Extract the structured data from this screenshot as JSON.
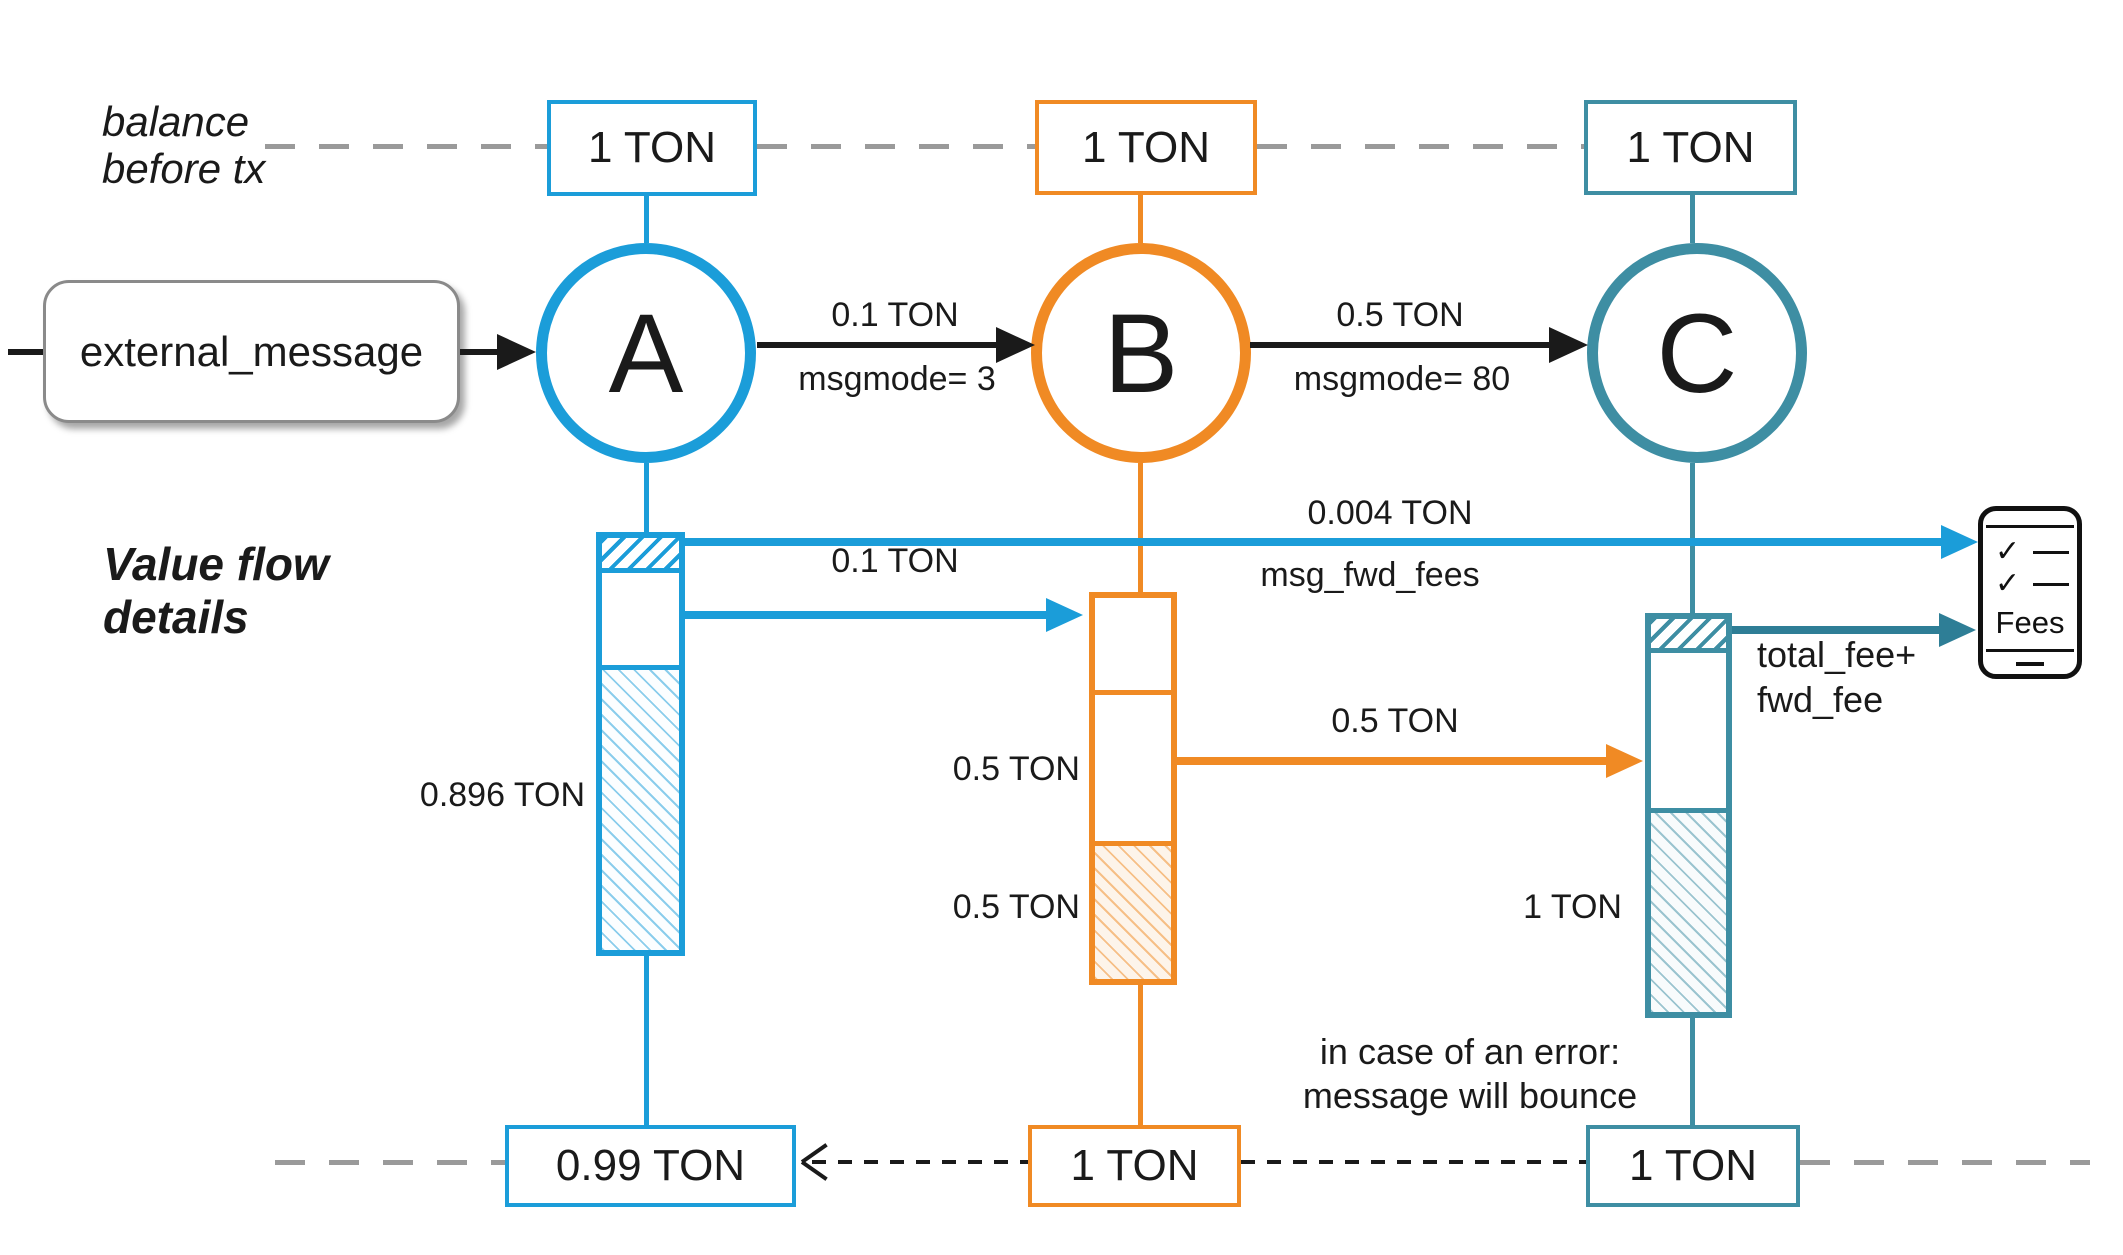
{
  "titles": {
    "balance_before": [
      "balance",
      "before tx"
    ],
    "value_flow": [
      "Value flow",
      "details"
    ],
    "error_note": [
      "in case of an error:",
      "message will bounce"
    ]
  },
  "external": {
    "label": "external_message"
  },
  "nodes": {
    "a": "A",
    "b": "B",
    "c": "C"
  },
  "top_balances": {
    "a": "1 TON",
    "b": "1 TON",
    "c": "1 TON"
  },
  "bottom_balances": {
    "a": "0.99 TON",
    "b": "1 TON",
    "c": "1 TON"
  },
  "msg_ab": {
    "amount": "0.1 TON",
    "mode": "msgmode= 3"
  },
  "msg_bc": {
    "amount": "0.5 TON",
    "mode": "msgmode= 80"
  },
  "flow": {
    "fwd_fee_amount": "0.004 TON",
    "fwd_fee_label": "msg_fwd_fees",
    "a_send": "0.1 TON",
    "a_rest": "0.896 TON",
    "b_keep": "0.5 TON",
    "b_rest": "0.5 TON",
    "bc_send": "0.5 TON",
    "c_fee": [
      "total_fee+",
      "fwd_fee"
    ],
    "c_rest": "1 TON"
  },
  "fees_icon": {
    "label": "Fees"
  },
  "colors": {
    "blue": "#1B9DD9",
    "orange": "#F08A24",
    "teal": "#3E8EA3",
    "teal_dark": "#2E7E96",
    "dash_gray": "#9A9A9A",
    "black": "#1A1A1A"
  }
}
